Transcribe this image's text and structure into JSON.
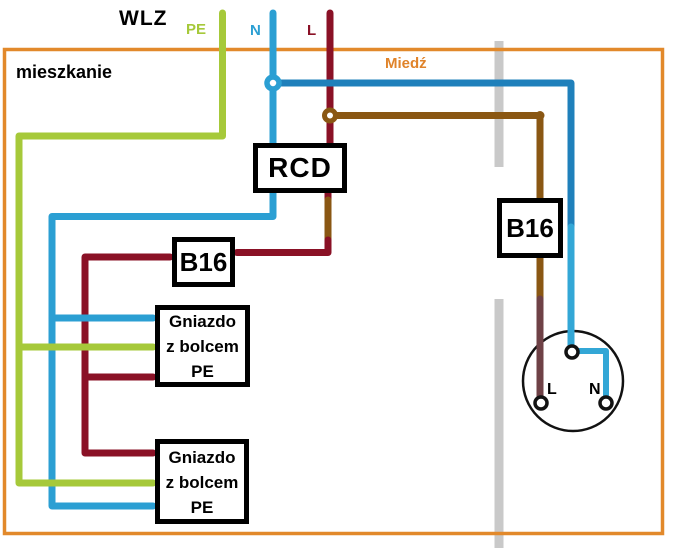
{
  "header": {
    "wlz": "WLZ",
    "pe_label": "PE",
    "n_label": "N",
    "l_label": "L"
  },
  "region": {
    "apartment_label": "mieszkanie",
    "copper_label": "Miedź"
  },
  "boxes": {
    "rcd": {
      "label": "RCD"
    },
    "b16_left": {
      "label": "B16"
    },
    "b16_right": {
      "label": "B16"
    },
    "gniazdo1": {
      "lines": [
        "Gniazdo",
        "z bolcem",
        "PE"
      ]
    },
    "gniazdo2": {
      "lines": [
        "Gniazdo",
        "z bolcem",
        "PE"
      ]
    }
  },
  "plug_symbol": {
    "l_terminal_label": "L",
    "n_terminal_label": "N"
  },
  "colors": {
    "pe_green": "#a6c93a",
    "n_blue": "#2b9fd3",
    "blue_dark": "#1f80bb",
    "blue_light": "#33a7d6",
    "l_maroon": "#8a1126",
    "copper_brown": "#8a5713",
    "brown_maroon": "#6f4146",
    "border_orange": "#e2892b",
    "copper_text_orange": "#e0832a",
    "gray_bar": "#c9c9c9",
    "box_black": "#121212"
  }
}
